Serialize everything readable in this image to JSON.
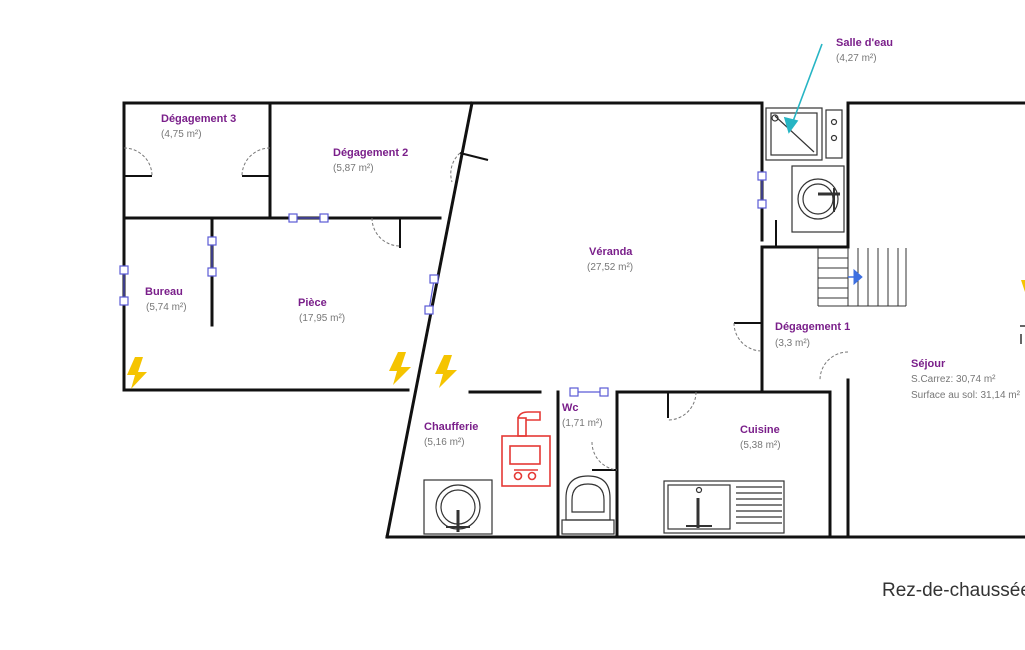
{
  "colors": {
    "wall": "#111111",
    "room_name": "#7a1f8a",
    "area_text": "#777777",
    "window": "#5b5bd6",
    "electric": "#f5c400",
    "boiler": "#e53935",
    "pointer": "#26b5c4",
    "stairs_arrow": "#3d6fe0"
  },
  "icons": [
    "lightning-icon",
    "boiler-icon",
    "shower-icon",
    "washing-machine-icon",
    "toilet-icon",
    "sink-icon",
    "stairs-icon"
  ],
  "rooms": {
    "degagement3": {
      "name": "Dégagement 3",
      "area": "(4,75 m²)"
    },
    "degagement2": {
      "name": "Dégagement 2",
      "area": "(5,87 m²)"
    },
    "salle_eau": {
      "name": "Salle d'eau",
      "area": "(4,27 m²)"
    },
    "veranda": {
      "name": "Véranda",
      "area": "(27,52 m²)"
    },
    "bureau": {
      "name": "Bureau",
      "area": "(5,74 m²)"
    },
    "piece": {
      "name": "Pièce",
      "area": "(17,95 m²)"
    },
    "degagement1": {
      "name": "Dégagement 1",
      "area": "(3,3 m²)"
    },
    "sejour": {
      "name": "Séjour",
      "carrez": "S.Carrez: 30,74 m²",
      "surface": "Surface au sol: 31,14 m²"
    },
    "chaufferie": {
      "name": "Chaufferie",
      "area": "(5,16 m²)"
    },
    "wc": {
      "name": "Wc",
      "area": "(1,71 m²)"
    },
    "cuisine": {
      "name": "Cuisine",
      "area": "(5,38 m²)"
    }
  },
  "level_label": "Rez-de-chaussée"
}
